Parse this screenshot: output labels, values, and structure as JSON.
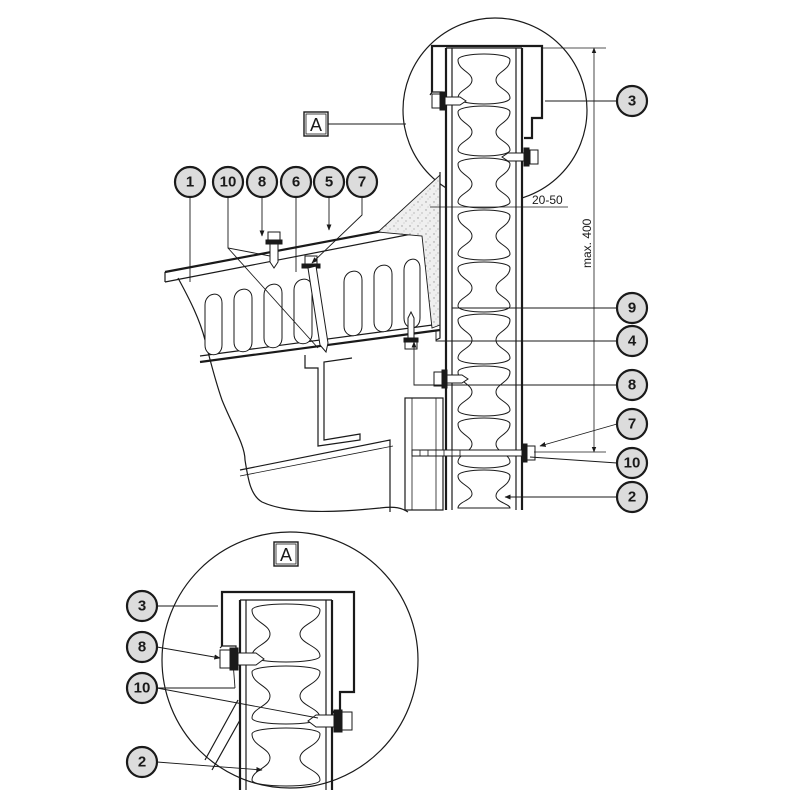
{
  "labels": {
    "detail_ref_top": "A",
    "detail_ref_bottom": "A",
    "dim_gap": "20-50",
    "dim_max": "max. 400"
  },
  "callouts": {
    "c1": "1",
    "c10a": "10",
    "c8a": "8",
    "c6": "6",
    "c5": "5",
    "c7a": "7",
    "c3a": "3",
    "c9": "9",
    "c4": "4",
    "c8b": "8",
    "c7b": "7",
    "c10b": "10",
    "c2a": "2",
    "c3b": "3",
    "c8c": "8",
    "c10c": "10",
    "c2b": "2"
  },
  "colors": {
    "line": "#1a1a1a",
    "callout_fill": "#dcdcdc",
    "foam_fill": "#ececec"
  }
}
